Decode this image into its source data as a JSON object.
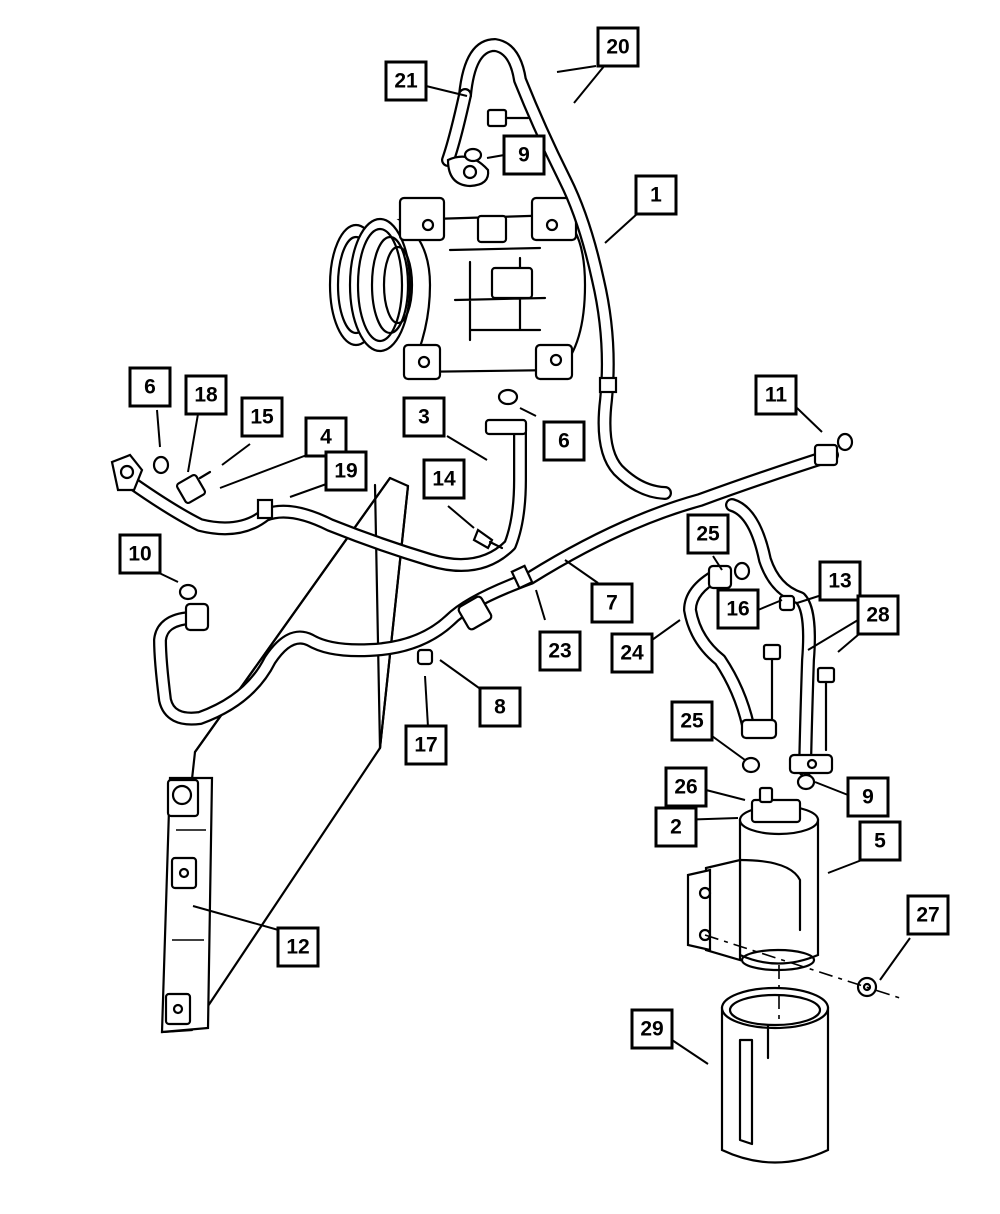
{
  "colors": {
    "line": "#000000",
    "background": "#ffffff"
  },
  "callouts": [
    {
      "label": "1"
    },
    {
      "label": "2"
    },
    {
      "label": "3"
    },
    {
      "label": "4"
    },
    {
      "label": "5"
    },
    {
      "label": "6"
    },
    {
      "label": "6"
    },
    {
      "label": "7"
    },
    {
      "label": "8"
    },
    {
      "label": "9"
    },
    {
      "label": "9"
    },
    {
      "label": "10"
    },
    {
      "label": "11"
    },
    {
      "label": "12"
    },
    {
      "label": "13"
    },
    {
      "label": "14"
    },
    {
      "label": "15"
    },
    {
      "label": "16"
    },
    {
      "label": "17"
    },
    {
      "label": "18"
    },
    {
      "label": "19"
    },
    {
      "label": "20"
    },
    {
      "label": "21"
    },
    {
      "label": "23"
    },
    {
      "label": "24"
    },
    {
      "label": "25"
    },
    {
      "label": "25"
    },
    {
      "label": "26"
    },
    {
      "label": "27"
    },
    {
      "label": "28"
    },
    {
      "label": "29"
    }
  ]
}
